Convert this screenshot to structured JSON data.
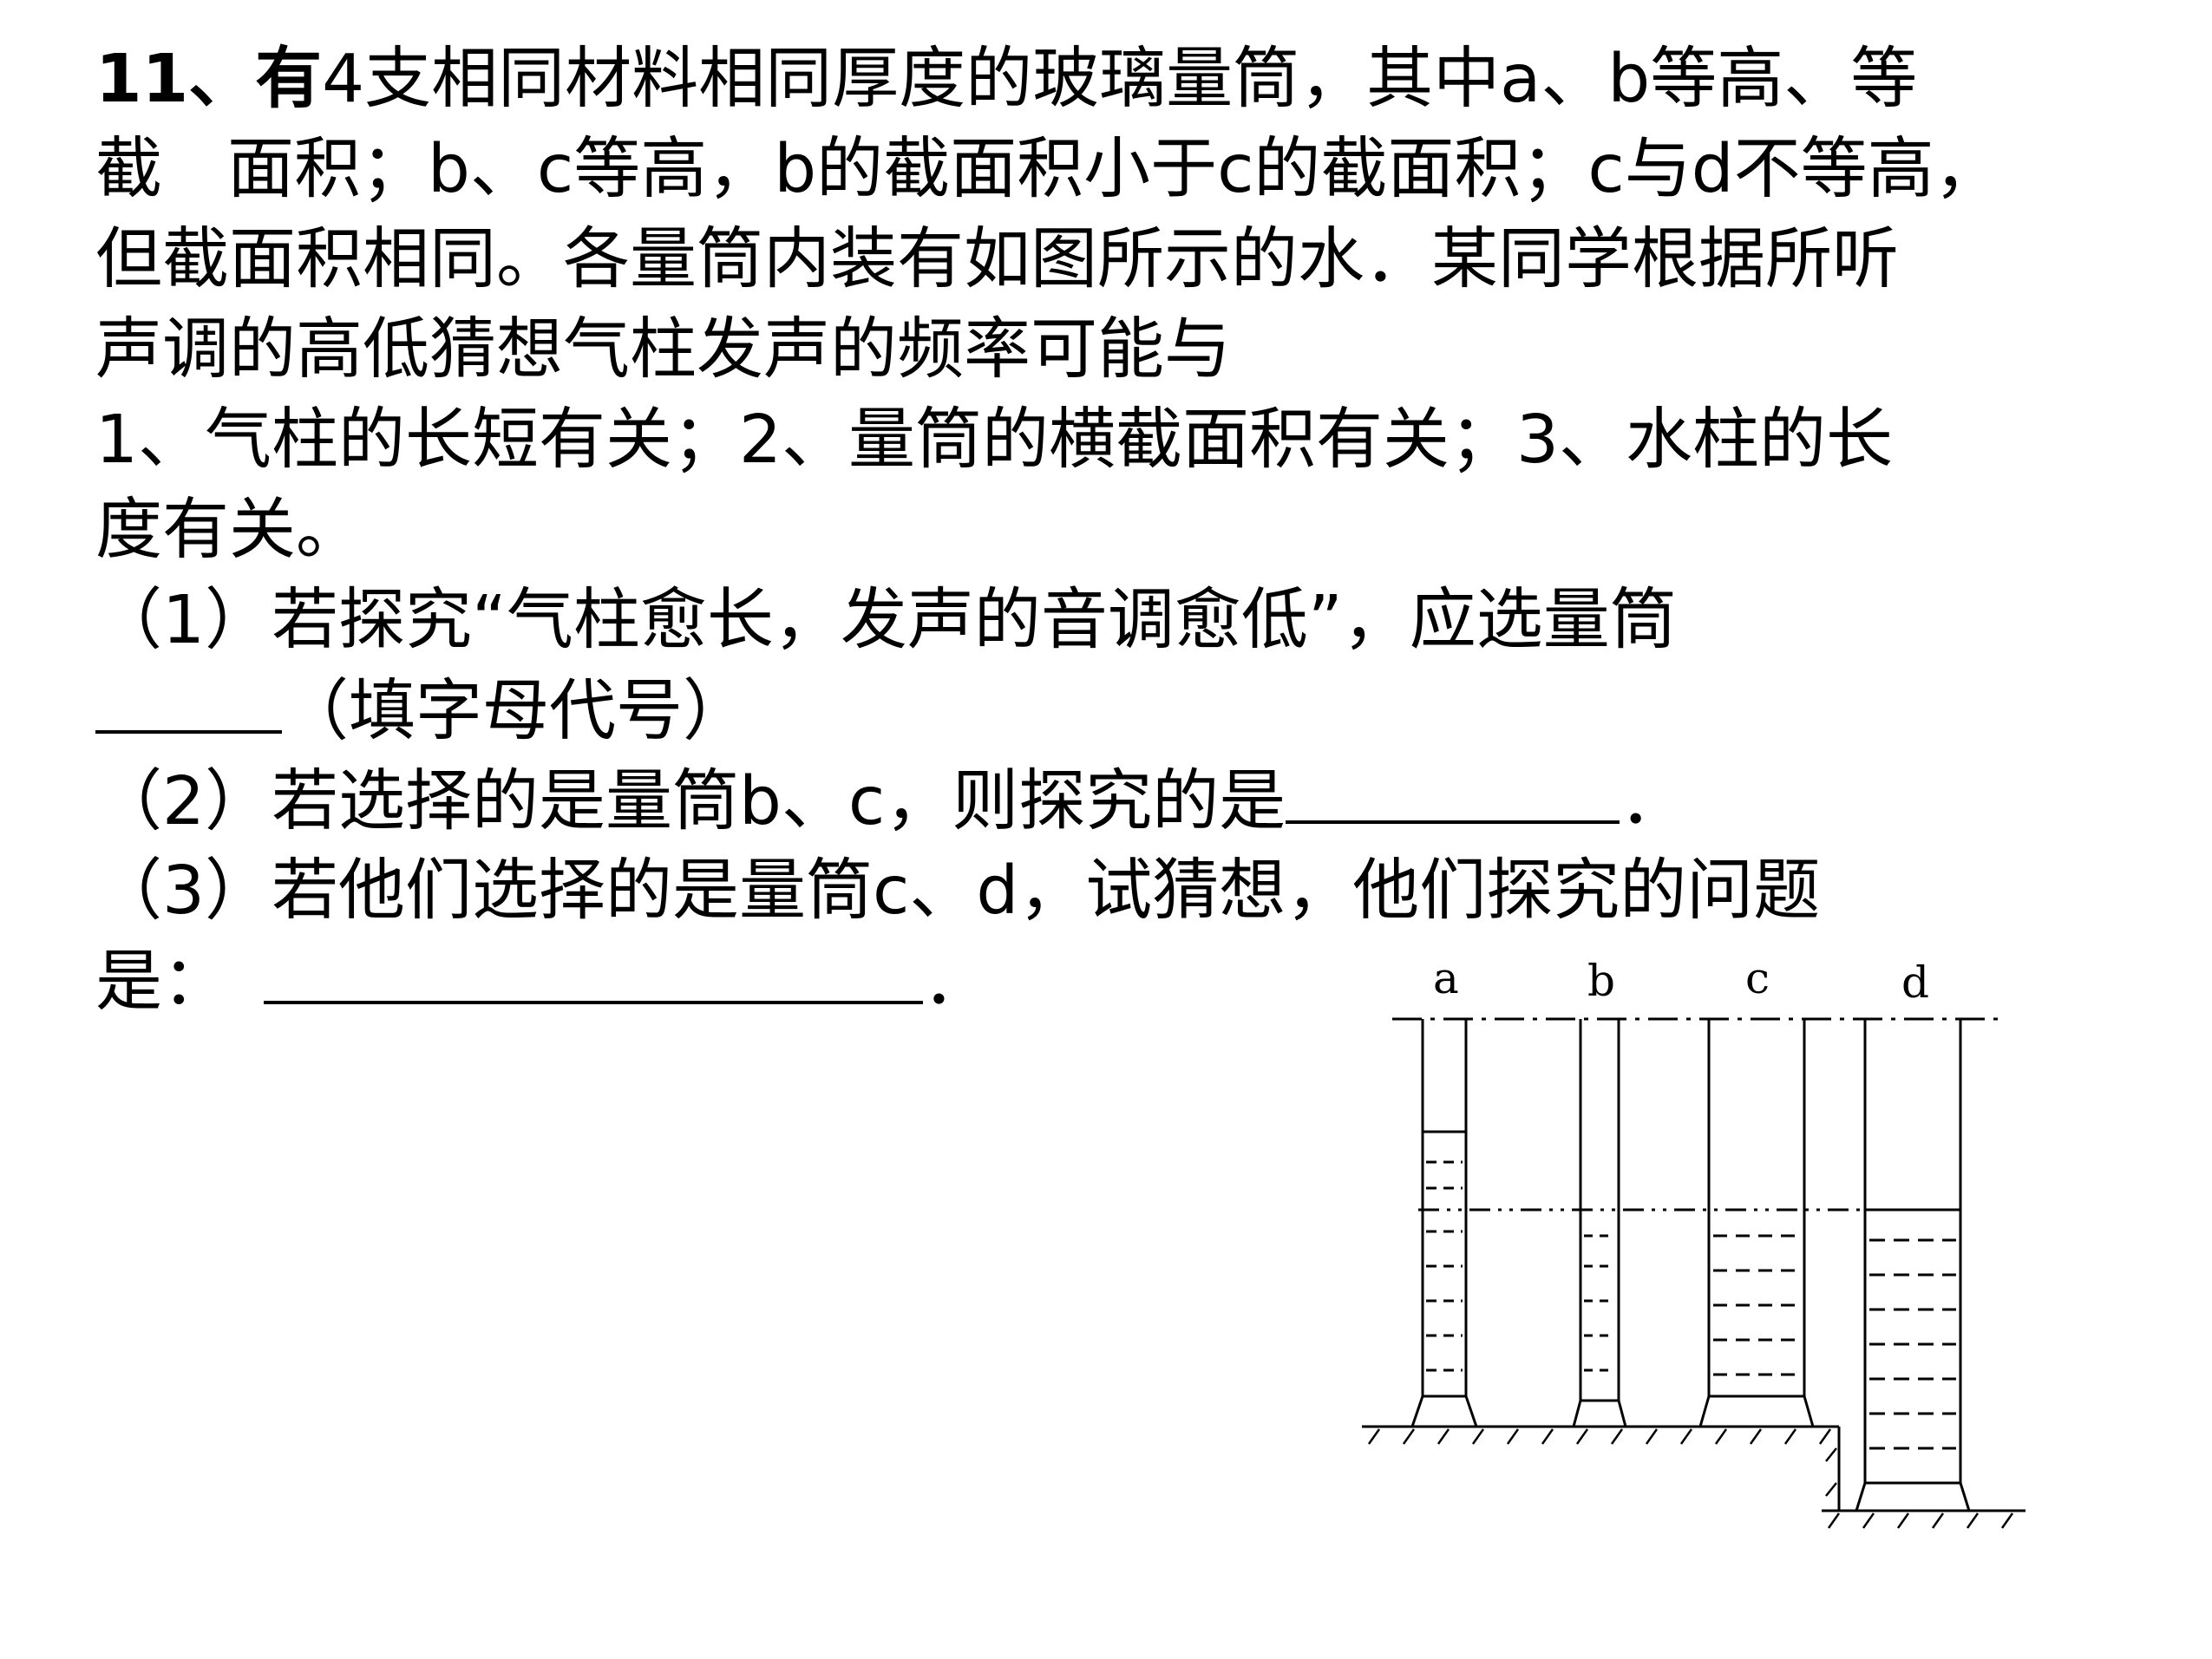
{
  "question": {
    "number": "11、有",
    "line1": "4支相同材料相同厚度的玻璃量筒，其中a、b等高、等",
    "line2a": "截",
    "line2b": "面积；b、c等高，b的截面积小于c的截面积；c与d不等高，",
    "line3": "但截面积相同。各量筒内装有如图所示的水．某同学根据所听",
    "line4": "声调的高低猜想气柱发声的频率可能与",
    "line5": "1、气柱的长短有关；2、量筒的横截面积有关；3、水柱的长",
    "line6": "度有关。",
    "q1_line1": "（1）若探究“气柱愈长，发声的音调愈低”，应选量筒",
    "q1_line2": "（填字母代号）",
    "q2_text": "（2）若选择的是量筒b、c，则探究的是",
    "q2_end": "．",
    "q3_line1": "（3）若他们选择的是量筒c、d，试猜想，他们探究的问题",
    "q3_line2": "是：",
    "q3_end": "．"
  },
  "figure": {
    "labels": [
      "a",
      "b",
      "c",
      "d"
    ]
  }
}
